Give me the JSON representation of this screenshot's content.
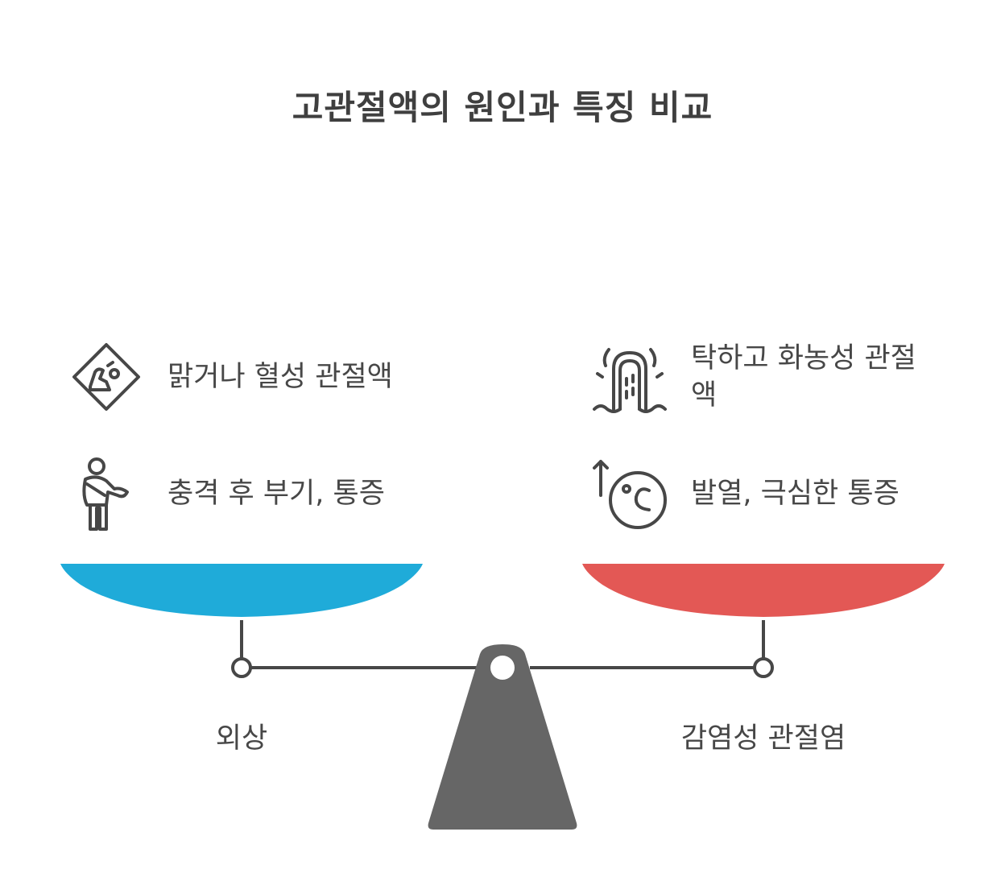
{
  "title": "고관절액의 원인과 특징 비교",
  "left": {
    "label": "외상",
    "color": "#1fabd9",
    "features": [
      {
        "icon": "warning-fall-icon",
        "text": "맑거나 혈성 관절액"
      },
      {
        "icon": "injured-person-icon",
        "text": "충격 후 부기, 통증"
      }
    ]
  },
  "right": {
    "label": "감염성 관절염",
    "color": "#e35855",
    "features": [
      {
        "icon": "turbid-fluid-icon",
        "text": "탁하고 화농성 관절액"
      },
      {
        "icon": "fever-temperature-icon",
        "text": "발열, 극심한 통증"
      }
    ]
  },
  "fulcrum_color": "#666666"
}
